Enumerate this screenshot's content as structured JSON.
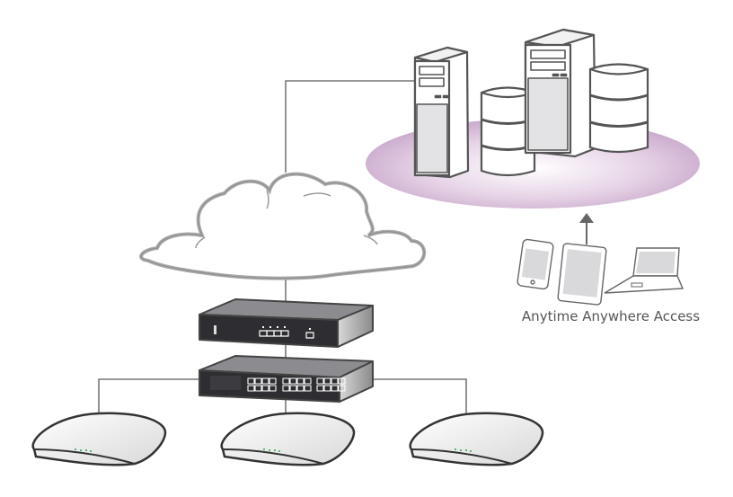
{
  "diagram": {
    "title": "Cloud-managed wireless network topology",
    "caption": "Anytime Anywhere Access",
    "colors": {
      "platform": "#c9a6cc",
      "outline": "#555555",
      "device_dark": "#2b2b2e",
      "led": "#2aa84a",
      "link": "#777777"
    },
    "nodes": [
      {
        "id": "server-cluster",
        "label": "Servers and databases",
        "icon": "server-icon"
      },
      {
        "id": "cloud",
        "label": "Internet cloud",
        "icon": "cloud-icon"
      },
      {
        "id": "gateway",
        "label": "Router / gateway",
        "icon": "router-icon"
      },
      {
        "id": "switch",
        "label": "24-port switch",
        "icon": "switch-icon"
      },
      {
        "id": "ap-1",
        "label": "Access point 1",
        "icon": "access-point-icon"
      },
      {
        "id": "ap-2",
        "label": "Access point 2",
        "icon": "access-point-icon"
      },
      {
        "id": "ap-3",
        "label": "Access point 3",
        "icon": "access-point-icon"
      },
      {
        "id": "client-devices",
        "label": "Phone, tablet, laptop",
        "icon": "devices-icon"
      }
    ],
    "edges": [
      {
        "from": "server-cluster",
        "to": "cloud"
      },
      {
        "from": "cloud",
        "to": "gateway"
      },
      {
        "from": "gateway",
        "to": "switch"
      },
      {
        "from": "switch",
        "to": "ap-1"
      },
      {
        "from": "switch",
        "to": "ap-2"
      },
      {
        "from": "switch",
        "to": "ap-3"
      },
      {
        "from": "client-devices",
        "to": "server-cluster",
        "style": "arrow"
      }
    ]
  }
}
